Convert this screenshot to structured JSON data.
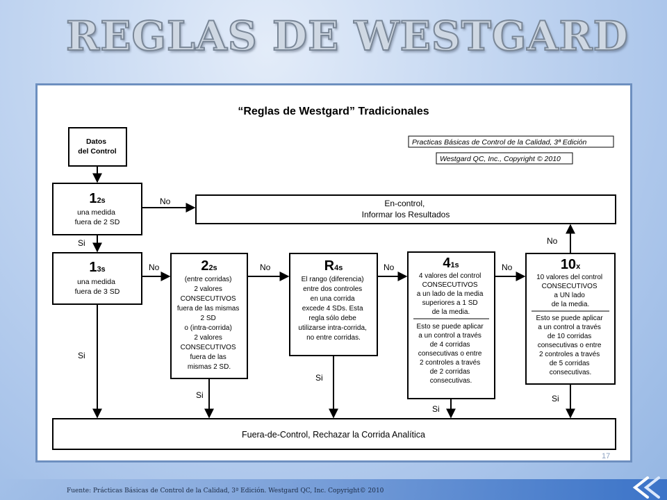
{
  "slide_title": "REGLAS DE WESTGARD",
  "diagram": {
    "heading": "“Reglas de Westgard” Tradicionales",
    "reference1": "Practicas Básicas de Control de la Calidad, 3ª Edición",
    "reference2": "Westgard QC, Inc., Copyright © 2010",
    "datos": [
      "Datos",
      "del Control"
    ],
    "r12": {
      "name": "1",
      "sub": "2s",
      "lines": [
        "una medida",
        "fuera de 2 SD"
      ]
    },
    "r13": {
      "name": "1",
      "sub": "3s",
      "lines": [
        "una medida",
        "fuera de 3 SD"
      ]
    },
    "r22": {
      "name": "2",
      "sub": "2s",
      "lines": [
        "(entre corridas)",
        "2 valores",
        "CONSECUTIVOS",
        "fuera de las mismas",
        "2 SD",
        "o (intra-corrida)",
        "2 valores",
        "CONSECUTIVOS",
        "fuera de las",
        "mismas 2 SD."
      ]
    },
    "r4": {
      "name": "R",
      "sub": "4s",
      "lines": [
        "El rango (diferencia)",
        "entre dos controles",
        "en una corrida",
        "excede 4 SDs. Esta",
        "regla sólo debe",
        "utilizarse intra-corrida,",
        "no entre corridas."
      ]
    },
    "r41": {
      "name": "4",
      "sub": "1s",
      "lines": [
        "4 valores del control",
        "CONSECUTIVOS",
        "a un lado de la media",
        "superiores a 1 SD",
        "de la media."
      ],
      "lines2": [
        "Esto se puede aplicar",
        "a un control a través",
        "de 4 corridas",
        "consecutivas o entre",
        "2 controles a través",
        "de 2 corridas",
        "consecutivas."
      ]
    },
    "r10": {
      "name": "10",
      "sub": "x",
      "lines": [
        "10 valores del control",
        "CONSECUTIVOS",
        "a UN lado",
        "de la media."
      ],
      "lines2": [
        "Esto se puede aplicar",
        "a un control a través",
        "de 10 corridas",
        "consecutivas o entre",
        "2 controles a través",
        "de 5 corridas",
        "consecutivas."
      ]
    },
    "en_control": [
      "En-control,",
      "Informar los Resultados"
    ],
    "fuera_control": "Fuera-de-Control, Rechazar la Corrida Analítica",
    "no": "No",
    "si": "Si",
    "page_num": "17"
  },
  "footer": "Fuente: Prácticas Básicas de Control de la Calidad, 3ª Edición. Westgard QC, Inc. Copyright© 2010"
}
